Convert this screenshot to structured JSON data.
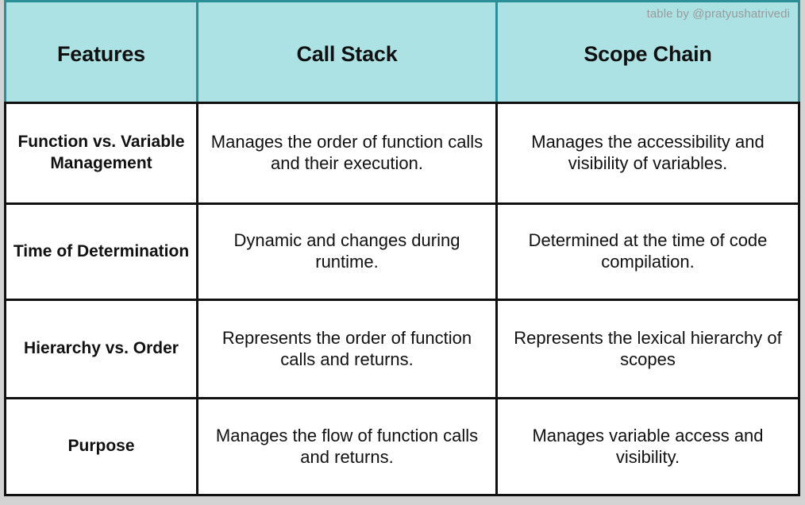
{
  "watermark": "table by @pratyushatrivedi",
  "colors": {
    "header_background": "#ace2e4",
    "header_border": "#2a8f96",
    "body_border": "#111111",
    "page_background": "#d3d3d3",
    "watermark_text": "#9a9a9a",
    "text": "#111111"
  },
  "table": {
    "headers": [
      "Features",
      "Call Stack",
      "Scope Chain"
    ],
    "rows": [
      {
        "feature": "Function vs. Variable Management",
        "call_stack": "Manages the order of function calls and their execution.",
        "scope_chain": "Manages the accessibility and visibility of variables."
      },
      {
        "feature": "Time of Determination",
        "call_stack": "Dynamic and changes during runtime.",
        "scope_chain": "Determined at the time of code compilation."
      },
      {
        "feature": "Hierarchy vs. Order",
        "call_stack": "Represents the order of function calls and returns.",
        "scope_chain": "Represents the lexical hierarchy of scopes"
      },
      {
        "feature": "Purpose",
        "call_stack": "Manages the flow of function calls and returns.",
        "scope_chain": "Manages variable access and visibility."
      }
    ]
  }
}
